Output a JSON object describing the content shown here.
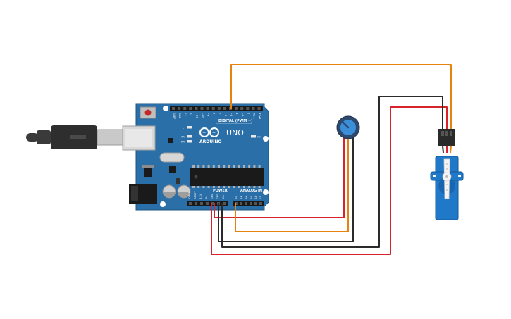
{
  "board": {
    "brand": "ARDUINO",
    "model": "UNO",
    "digital_label": "DIGITAL (PWM ~)",
    "power_label": "POWER",
    "analog_label": "ANALOG IN",
    "on_label": "ON",
    "l_label": "L",
    "tx_label": "TX",
    "rx_label": "RX",
    "digital_pins": [
      "AREF",
      "GND",
      "13",
      "12",
      "~11",
      "~10",
      "~9",
      "8",
      "7",
      "~6",
      "~5",
      "4",
      "~3",
      "2",
      "TX▸1",
      "RX◂0"
    ],
    "power_pins": [
      "IOREF",
      "RESET",
      "3.3V",
      "5V",
      "GND",
      "GND",
      "Vin"
    ],
    "analog_pins": [
      "A0",
      "A1",
      "A2",
      "A3",
      "A4",
      "A5"
    ]
  },
  "colors": {
    "board": "#2a6fa8",
    "board_edge": "#1d5682",
    "wire_orange": "#e8820e",
    "wire_red": "#d9232a",
    "wire_black": "#2b2b2b",
    "servo": "#1f78c8",
    "usb": "#3a3a3a"
  }
}
